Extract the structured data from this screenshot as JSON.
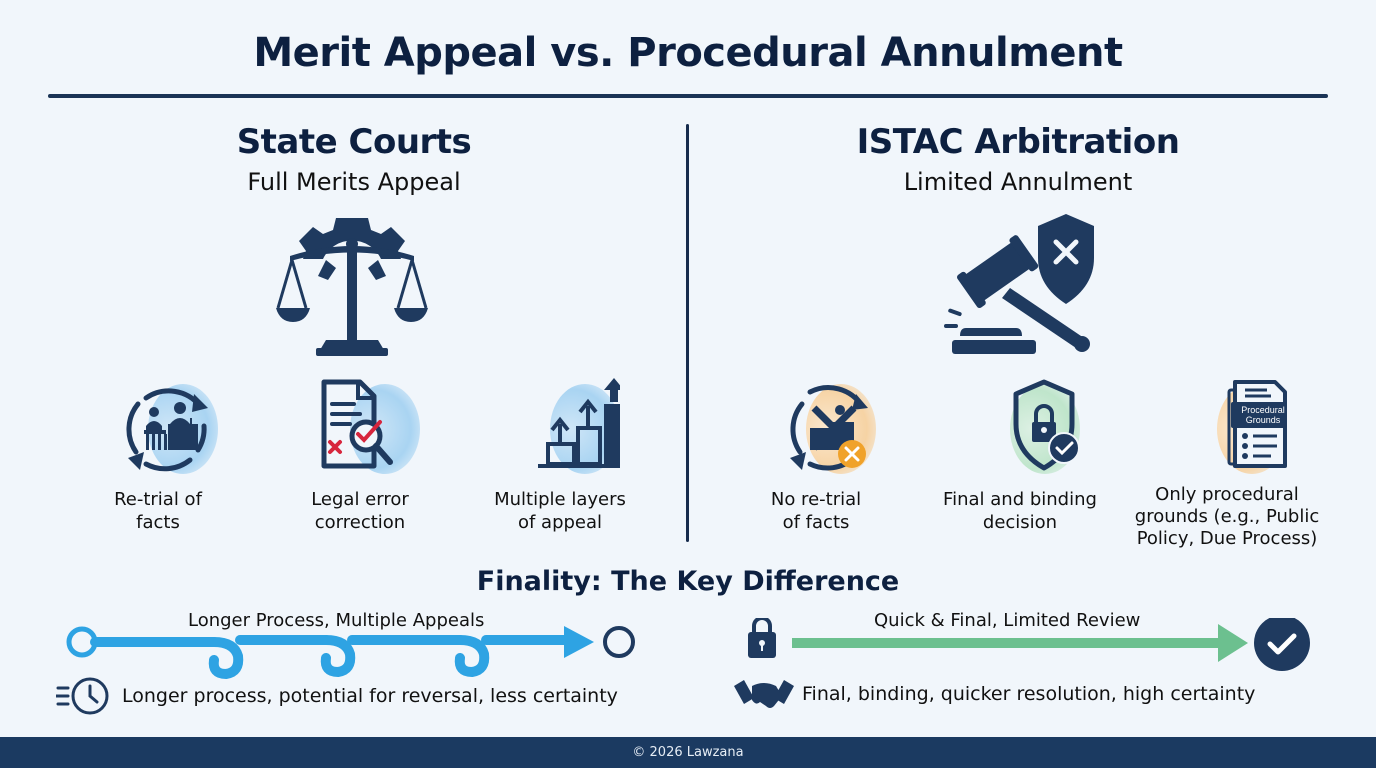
{
  "title": "Merit Appeal vs. Procedural Annulment",
  "colors": {
    "navy": "#1b3456",
    "accent_blue": "#2ea3e3",
    "accent_green": "#6cc08f",
    "accent_orange": "#f0a22a",
    "accent_red": "#d7263d",
    "background": "#f1f6fb",
    "footer": "#1b3a61"
  },
  "left": {
    "heading": "State Courts",
    "subheading": "Full Merits Appeal",
    "hero_icon": "scales-of-justice-gear-icon",
    "features": [
      {
        "icon": "retrial-courtroom-cycle-icon",
        "label_line1": "Re-trial of",
        "label_line2": "facts"
      },
      {
        "icon": "document-magnifier-check-icon",
        "label_line1": "Legal error",
        "label_line2": "correction"
      },
      {
        "icon": "ascending-steps-arrows-icon",
        "label_line1": "Multiple layers",
        "label_line2": "of appeal"
      }
    ]
  },
  "right": {
    "heading": "ISTAC Arbitration",
    "subheading": "Limited Annulment",
    "hero_icon": "gavel-shield-x-icon",
    "features": [
      {
        "icon": "no-retrial-crossed-icon",
        "label_line1": "No re-trial",
        "label_line2": "of facts"
      },
      {
        "icon": "shield-lock-check-icon",
        "label_line1": "Final and binding",
        "label_line2": "decision"
      },
      {
        "icon": "procedural-grounds-document-icon",
        "badge": "Procedural Grounds",
        "badge_line1": "Procedural",
        "badge_line2": "Grounds",
        "label_line1": "Only procedural",
        "label_line2": "grounds (e.g., Public",
        "label_line3": "Policy, Due Process)"
      }
    ]
  },
  "finality": {
    "title": "Finality: The Key Difference",
    "left_track": {
      "label": "Longer Process, Multiple Appeals",
      "note": "Longer process, potential for reversal, less certainty",
      "note_icon": "clock-speed-icon"
    },
    "right_track": {
      "label": "Quick & Final, Limited Review",
      "note": "Final, binding, quicker resolution, high certainty",
      "note_icon": "handshake-icon"
    }
  },
  "footer": "© 2026 Lawzana"
}
